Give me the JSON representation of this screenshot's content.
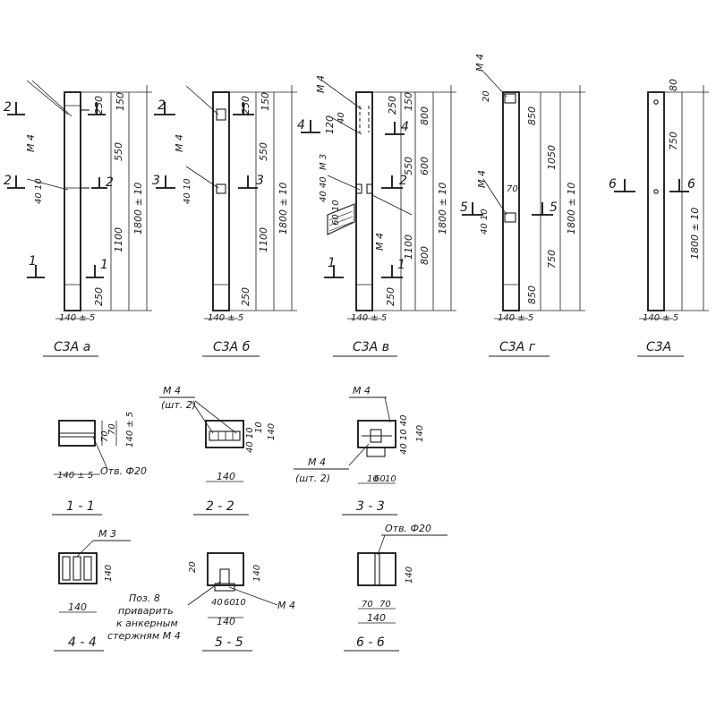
{
  "elevations": {
    "a": {
      "title": "С3А а",
      "sec_top": "2",
      "sec_mid": "2",
      "sec_bot": "1",
      "mark": "М 4",
      "d150": "150",
      "d250": "250",
      "d550": "550",
      "d1100": "1100",
      "d250b": "250",
      "d4010": "40 10",
      "total": "1800 ± 10",
      "width": "140 ± 5"
    },
    "b": {
      "title": "С3А б",
      "sec_top": "2",
      "sec_mid": "3",
      "mark": "М 4",
      "d150": "150",
      "d250": "250",
      "d550": "550",
      "d1100": "1100",
      "d250b": "250",
      "d4010": "40 10",
      "total": "1800 ± 10",
      "width": "140 ± 5"
    },
    "v": {
      "title": "С3А в",
      "sec_top": "4",
      "sec_mid": "2",
      "sec_bot": "1",
      "mark_top": "М 4",
      "mark_mid": "М 3",
      "mark_low": "М 4",
      "d120": "120",
      "d40": "40",
      "d4040": "40 40",
      "d6010": "60 10",
      "d150": "150",
      "d250": "250",
      "d550": "550",
      "d600": "600",
      "d1100": "1100",
      "d800a": "800",
      "d800b": "800",
      "d250b": "250",
      "total": "1800 ± 10",
      "width": "140 ± 5"
    },
    "g": {
      "title": "С3А г",
      "sec_mid": "5",
      "mark_top": "М 4",
      "mark_mid": "М 4",
      "d20": "20",
      "d850": "850",
      "d1050": "1050",
      "d70": "70",
      "d4010": "40 10",
      "d750": "750",
      "d850b": "850",
      "total": "1800 ± 10",
      "width": "140 ± 5"
    },
    "plain": {
      "title": "С3А",
      "sec": "6",
      "d80": "80",
      "d750": "750",
      "total": "1800 ± 10",
      "width": "140 ± 5"
    }
  },
  "sections": {
    "s11": {
      "title": "1 - 1",
      "d70a": "70",
      "d70b": "70",
      "d140": "140 ± 5",
      "width": "140 ± 5",
      "hole": "Отв. Ф20"
    },
    "s22": {
      "title": "2 - 2",
      "mark": "М 4",
      "mark_qty": "(шт. 2)",
      "d4010": "40 10",
      "d10": "10",
      "d140v": "140",
      "width": "140"
    },
    "s33": {
      "title": "3 - 3",
      "mark_top": "М 4",
      "mark_side": "М 4",
      "mark_qty": "(шт. 2)",
      "dv": "40 10 40",
      "d140v": "140",
      "d10a": "10",
      "d60": "60",
      "d10b": "10"
    },
    "s44": {
      "title": "4 - 4",
      "mark": "М 3",
      "d140v": "140",
      "width": "140"
    },
    "s55": {
      "title": "5 - 5",
      "mark": "М 4",
      "d20": "20",
      "d140v": "140",
      "d40": "40",
      "d60": "60",
      "d10": "10",
      "width": "140",
      "note1": "Поз. 8",
      "note2": "приварить",
      "note3": "к анкерным",
      "note4": "стержням М 4"
    },
    "s66": {
      "title": "6 - 6",
      "hole": "Отв. Ф20",
      "d140v": "140",
      "d70a": "70",
      "d70b": "70",
      "width": "140"
    }
  }
}
